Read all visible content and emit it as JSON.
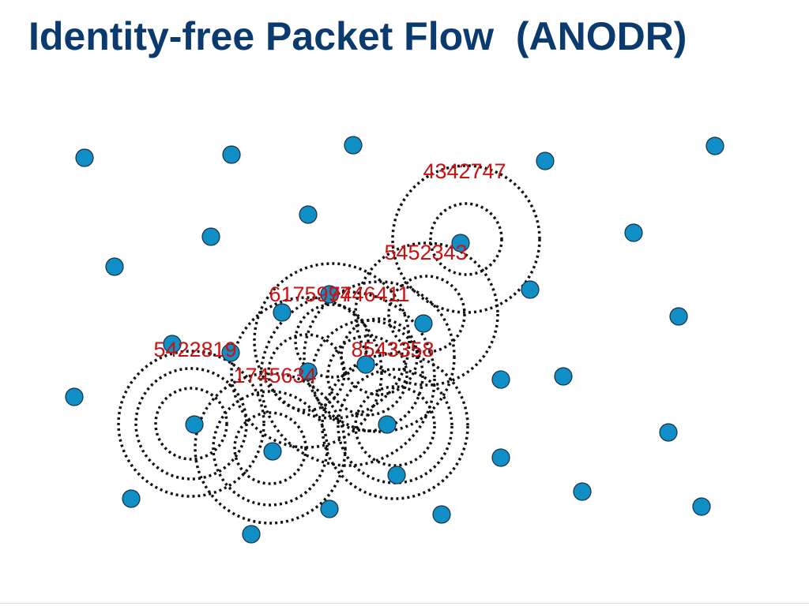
{
  "slide": {
    "title": "Identity-free Packet Flow  (ANODR)"
  },
  "colors": {
    "title": "#0b3a6e",
    "node_fill": "#0f8fc6",
    "node_stroke": "#1b2f45",
    "range_ring": "#111111",
    "packet_label": "#cc1111"
  },
  "diagram": {
    "node_icon": "circle",
    "ring_style": "dotted",
    "packet_labels": [
      "4342747",
      "5452343",
      "6175974",
      "9746411",
      "5422819",
      "8543358",
      "1745634"
    ]
  }
}
